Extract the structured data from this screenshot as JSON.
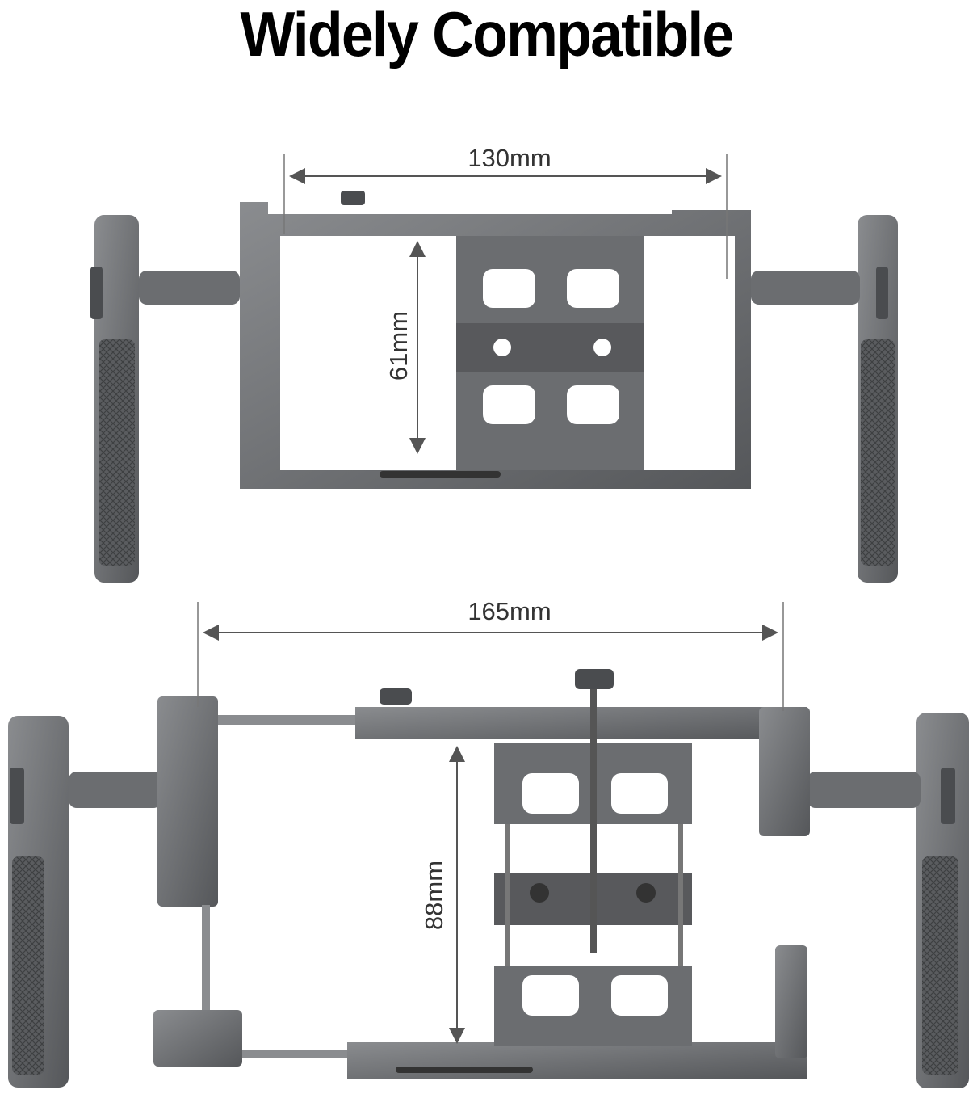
{
  "title": "Widely Compatible",
  "top_rig": {
    "width_label": "130mm",
    "height_label": "61mm"
  },
  "bottom_rig": {
    "width_label": "165mm",
    "height_label": "88mm"
  },
  "colors": {
    "metal": "#6b6d70",
    "metal_dark": "#4a4c4f",
    "metal_light": "#8a8c8f",
    "dimension_line": "#555555"
  }
}
